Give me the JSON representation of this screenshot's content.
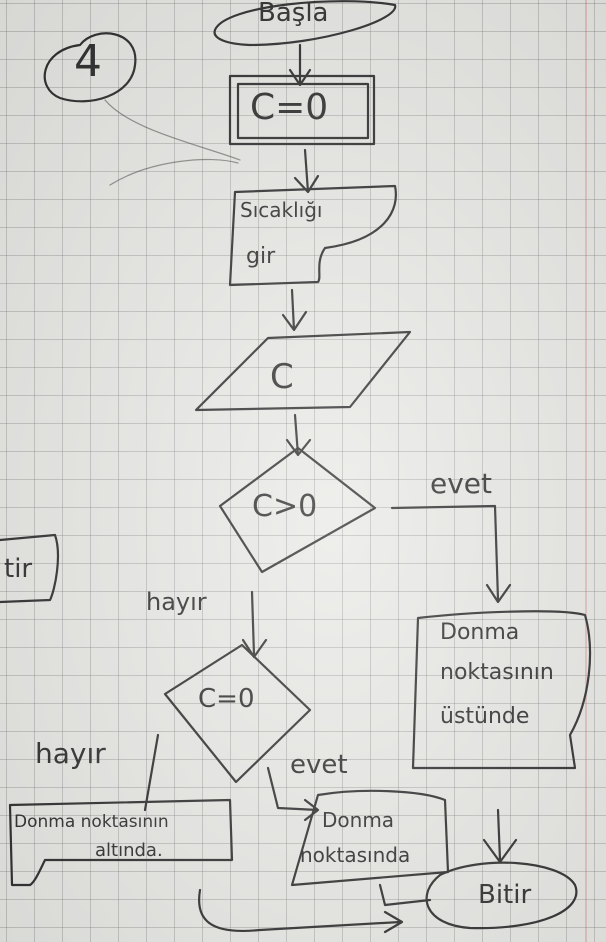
{
  "page_number": "4",
  "nodes": {
    "start": "Başla",
    "init": "C=0",
    "input": [
      "Sıcaklığı",
      "gir"
    ],
    "data": "C",
    "decision1": "C>0",
    "above": [
      "Donma",
      "noktasının",
      "üstünde"
    ],
    "decision2": "C=0",
    "at": [
      "Donma",
      "noktasında"
    ],
    "below": [
      "Donma noktasının",
      "altında."
    ],
    "end": "Bitir",
    "left_fragment": "tir"
  },
  "edges": {
    "yes1": "evet",
    "no1": "hayır",
    "yes2": "evet",
    "no2": "hayır"
  },
  "colors": {
    "ink": "#2b2b2b",
    "paper": "#e9e9e6",
    "grid": "#8a8a8a"
  }
}
